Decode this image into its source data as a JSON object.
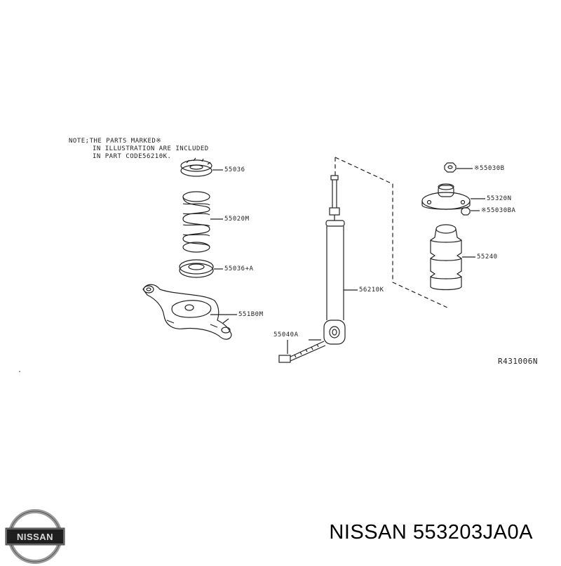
{
  "note": {
    "line1": "NOTE;THE PARTS MARKED※",
    "line2": "IN ILLUSTRATION ARE INCLUDED",
    "line3": "IN PART CODE56210K."
  },
  "parts": {
    "p55036": "55036",
    "p55020M": "55020M",
    "p55036A": "55036+A",
    "p551B0M": "551B0M",
    "p55040A": "55040A",
    "p56210K": "56210K",
    "p55030B": "※55030B",
    "p55320N": "55320N",
    "p55030BA": "※55030BA",
    "p55240": "55240"
  },
  "diagram_ref": "R431006N",
  "logo_text": "NISSAN",
  "caption": "NISSAN 553203JA0A"
}
